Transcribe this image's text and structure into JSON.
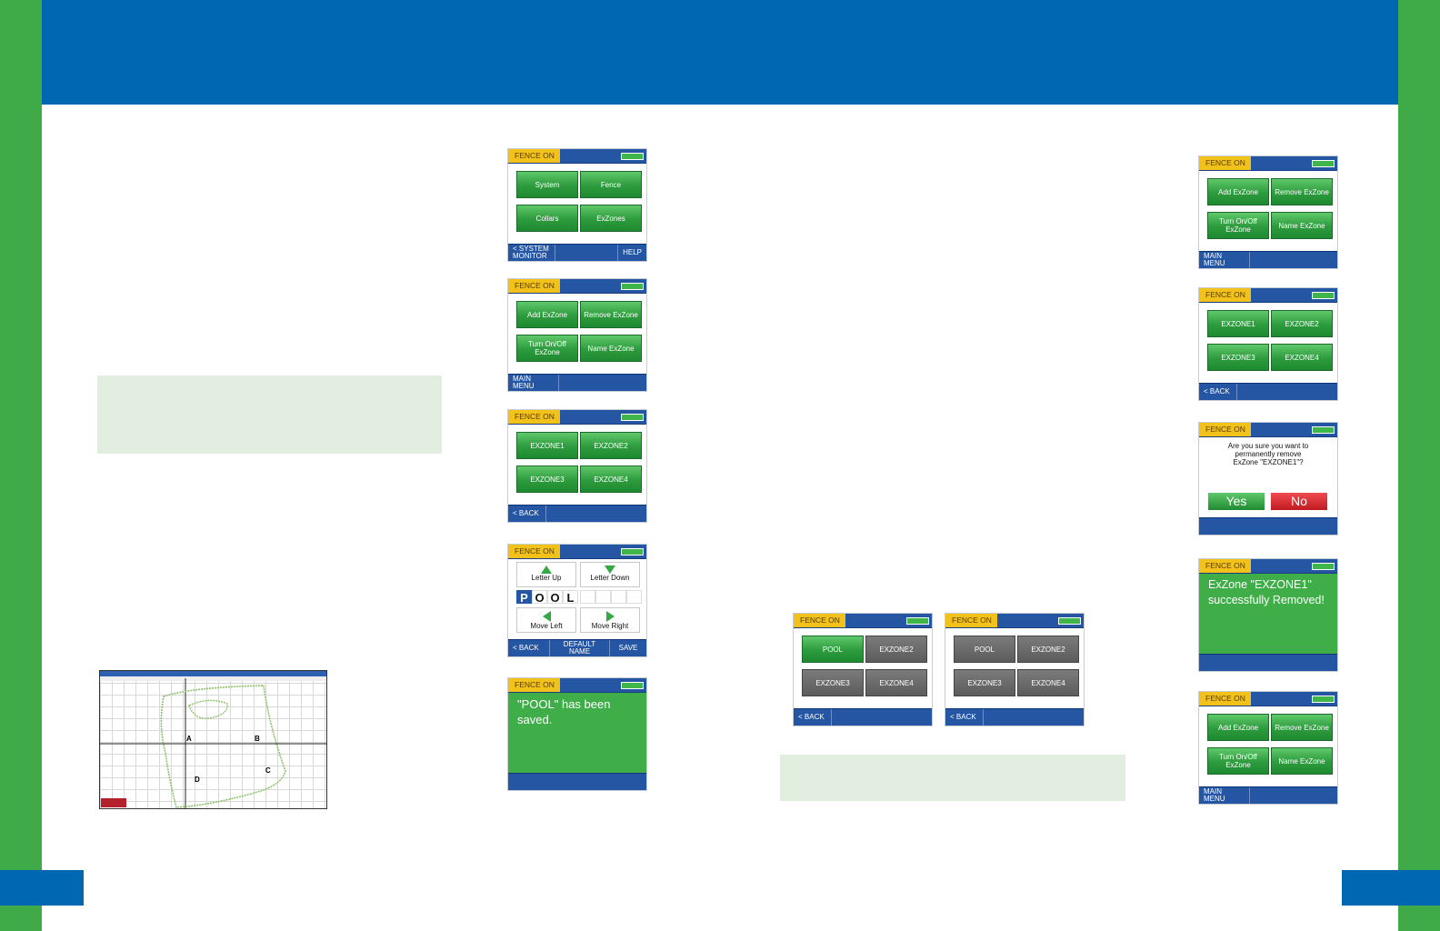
{
  "screens": {
    "main_menu": {
      "status": "FENCE ON",
      "buttons": [
        "System",
        "Fence",
        "Collars",
        "ExZones"
      ],
      "footer": [
        "< SYSTEM MONITOR",
        "HELP"
      ]
    },
    "exzone_menu": {
      "status": "FENCE ON",
      "buttons": [
        "Add ExZone",
        "Remove ExZone",
        "Turn On/Off ExZone",
        "Name ExZone"
      ],
      "footer": [
        "MAIN MENU"
      ]
    },
    "exzone_list": {
      "status": "FENCE ON",
      "buttons": [
        "EXZONE1",
        "EXZONE2",
        "EXZONE3",
        "EXZONE4"
      ],
      "footer": [
        "< BACK"
      ]
    },
    "name_editor": {
      "status": "FENCE ON",
      "letter_up": "Letter Up",
      "letter_down": "Letter Down",
      "move_left": "Move Left",
      "move_right": "Move Right",
      "letters": [
        "P",
        "O",
        "O",
        "L"
      ],
      "footer": [
        "< BACK",
        "DEFAULT NAME",
        "SAVE"
      ]
    },
    "saved": {
      "status": "FENCE ON",
      "message": "\"POOL\" has been saved."
    },
    "pool_list_a": {
      "status": "FENCE ON",
      "buttons": [
        "POOL",
        "EXZONE2",
        "EXZONE3",
        "EXZONE4"
      ],
      "footer": [
        "< BACK"
      ]
    },
    "pool_list_b": {
      "status": "FENCE ON",
      "buttons": [
        "POOL",
        "EXZONE2",
        "EXZONE3",
        "EXZONE4"
      ],
      "footer": [
        "< BACK"
      ]
    },
    "r_exzone_menu": {
      "status": "FENCE ON",
      "buttons": [
        "Add ExZone",
        "Remove ExZone",
        "Turn On/Off ExZone",
        "Name ExZone"
      ],
      "footer": [
        "MAIN MENU"
      ]
    },
    "r_exzone_list": {
      "status": "FENCE ON",
      "buttons": [
        "EXZONE1",
        "EXZONE2",
        "EXZONE3",
        "EXZONE4"
      ],
      "footer": [
        "< BACK"
      ]
    },
    "confirm": {
      "status": "FENCE ON",
      "question": "Are you sure you want to permanently remove ExZone \"EXZONE1\"?",
      "yes": "Yes",
      "no": "No"
    },
    "removed": {
      "status": "FENCE ON",
      "message": "ExZone \"EXZONE1\" successfully Removed!"
    },
    "r_exzone_menu2": {
      "status": "FENCE ON",
      "buttons": [
        "Add ExZone",
        "Remove ExZone",
        "Turn On/Off ExZone",
        "Name ExZone"
      ],
      "footer": [
        "MAIN MENU"
      ]
    }
  },
  "map": {
    "points": [
      "A",
      "B",
      "C",
      "D"
    ]
  },
  "colors": {
    "brand_blue": "#0068b3",
    "brand_green": "#3faa48",
    "note_bg": "#e2eedf",
    "fence_on": "#f2c21b",
    "button_green": "#2c9b3d",
    "no_red": "#d6232a"
  }
}
